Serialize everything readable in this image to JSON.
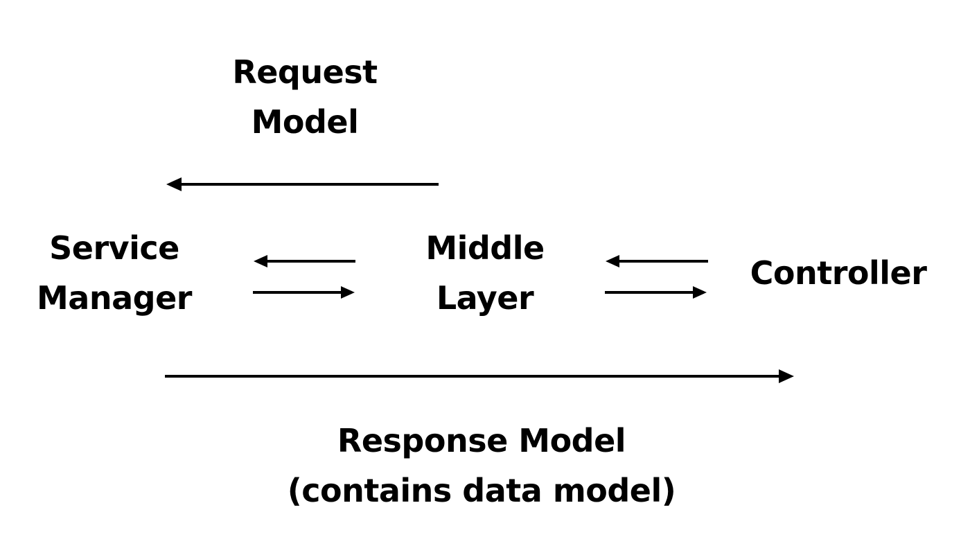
{
  "nodes": {
    "service_manager": {
      "line1": "Service",
      "line2": "Manager"
    },
    "middle_layer": {
      "line1": "Middle",
      "line2": "Layer"
    },
    "controller": {
      "line1": "Controller"
    }
  },
  "flows": {
    "request": {
      "line1": "Request",
      "line2": "Model"
    },
    "response": {
      "line1": "Response Model",
      "line2": "(contains data model)"
    }
  },
  "colors": {
    "background": "#ffffff",
    "ink": "#000000"
  }
}
